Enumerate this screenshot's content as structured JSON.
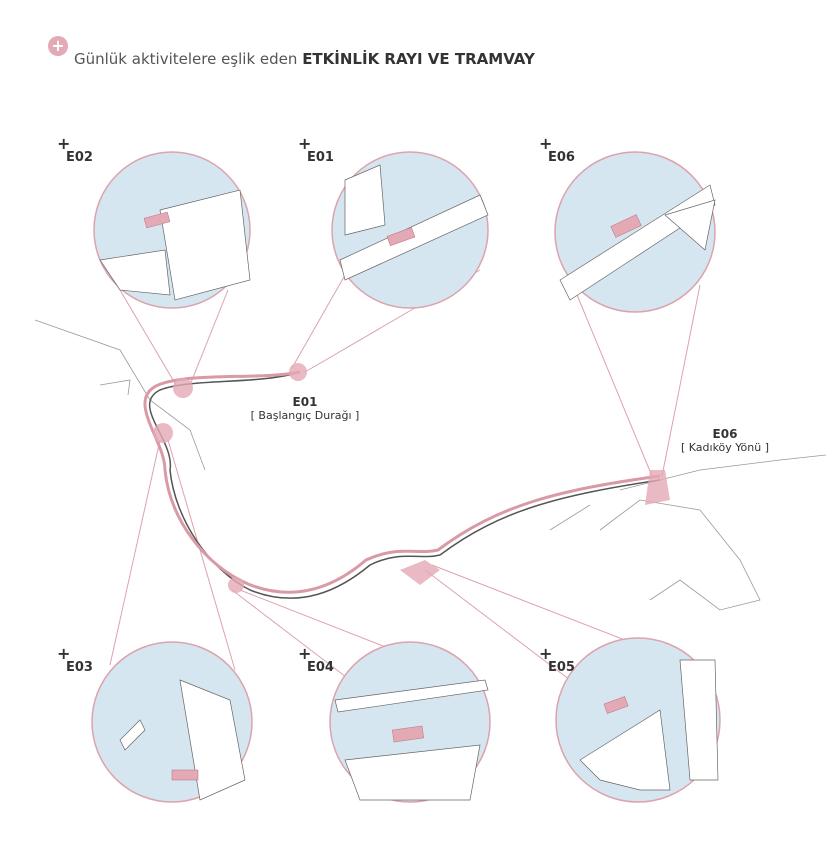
{
  "header": {
    "icon": "plus-circle-icon",
    "title_regular": "Günlük aktivitelere eşlik eden",
    "title_bold": "ETKİNLİK RAYI VE TRAMVAY"
  },
  "details": [
    {
      "id": "E02"
    },
    {
      "id": "E01"
    },
    {
      "id": "E06"
    },
    {
      "id": "E03"
    },
    {
      "id": "E04"
    },
    {
      "id": "E05"
    }
  ],
  "plus": "+",
  "map_labels": {
    "e01": {
      "id": "E01",
      "caption": "[ Başlangıç Durağı ]"
    },
    "e06": {
      "id": "E06",
      "caption": "[ Kadıköy Yönü ]"
    }
  },
  "colors": {
    "accent": "#e3a9b4",
    "water": "#d6e6f0",
    "line": "#d99aa6"
  }
}
